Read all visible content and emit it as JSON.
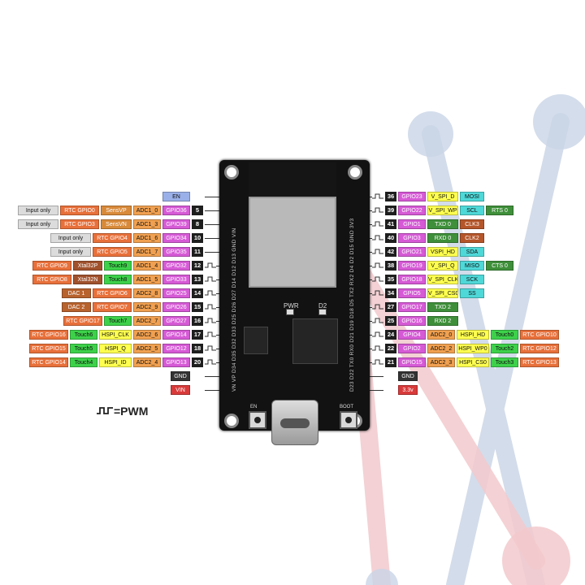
{
  "colors": {
    "input_only": "#dcdcdc",
    "rtc": "#e8703a",
    "analog_sense": "#d88a3a",
    "adc": "#f0a050",
    "gpio": "#d65ad6",
    "touch": "#3dd14a",
    "xtal": "#a0522d",
    "dac": "#b8622e",
    "hspi": "#ffff50",
    "vspi": "#ffff50",
    "uart": "#3f8f3a",
    "spi": "#4fd8d8",
    "en": "#9ab0e8",
    "gnd": "#333333",
    "power": "#d93a3a",
    "clk": "#b5562a"
  },
  "left_pins": [
    {
      "num": "",
      "labels": [
        {
          "t": "EN",
          "c": "en",
          "w": 34
        }
      ],
      "pwm": false
    },
    {
      "num": "5",
      "labels": [
        {
          "t": "Input only",
          "c": "input_only",
          "w": 50
        },
        {
          "t": "RTC GPIO0",
          "c": "rtc",
          "w": 48
        },
        {
          "t": "SensVP",
          "c": "analog_sense",
          "w": 38
        },
        {
          "t": "ADC1_0",
          "c": "adc",
          "w": 34
        },
        {
          "t": "GPIO36",
          "c": "gpio",
          "w": 34
        }
      ],
      "pwm": false
    },
    {
      "num": "8",
      "labels": [
        {
          "t": "Input only",
          "c": "input_only",
          "w": 50
        },
        {
          "t": "RTC GPIO3",
          "c": "rtc",
          "w": 48
        },
        {
          "t": "SensVN",
          "c": "analog_sense",
          "w": 38
        },
        {
          "t": "ADC1_3",
          "c": "adc",
          "w": 34
        },
        {
          "t": "GPIO39",
          "c": "gpio",
          "w": 34
        }
      ],
      "pwm": false
    },
    {
      "num": "10",
      "labels": [
        {
          "t": "Input only",
          "c": "input_only",
          "w": 50
        },
        {
          "t": "RTC GPIO4",
          "c": "rtc",
          "w": 48
        },
        {
          "t": "ADC1_6",
          "c": "adc",
          "w": 34
        },
        {
          "t": "GPIO34",
          "c": "gpio",
          "w": 34
        }
      ],
      "pwm": false
    },
    {
      "num": "11",
      "labels": [
        {
          "t": "Input only",
          "c": "input_only",
          "w": 50
        },
        {
          "t": "RTC GPIO5",
          "c": "rtc",
          "w": 48
        },
        {
          "t": "ADC1_7",
          "c": "adc",
          "w": 34
        },
        {
          "t": "GPIO35",
          "c": "gpio",
          "w": 34
        }
      ],
      "pwm": false
    },
    {
      "num": "12",
      "labels": [
        {
          "t": "RTC GPIO9",
          "c": "rtc",
          "w": 48
        },
        {
          "t": "Xtal32P",
          "c": "xtal",
          "w": 36
        },
        {
          "t": "Touch9",
          "c": "touch",
          "w": 34
        },
        {
          "t": "ADC1_4",
          "c": "adc",
          "w": 34
        },
        {
          "t": "GPIO32",
          "c": "gpio",
          "w": 34
        }
      ],
      "pwm": true
    },
    {
      "num": "13",
      "labels": [
        {
          "t": "RTC GPIO8",
          "c": "rtc",
          "w": 48
        },
        {
          "t": "Xtal32N",
          "c": "xtal",
          "w": 36
        },
        {
          "t": "Touch8",
          "c": "touch",
          "w": 34
        },
        {
          "t": "ADC1_5",
          "c": "adc",
          "w": 34
        },
        {
          "t": "GPIO33",
          "c": "gpio",
          "w": 34
        }
      ],
      "pwm": true
    },
    {
      "num": "14",
      "labels": [
        {
          "t": "DAC 1",
          "c": "dac",
          "w": 36
        },
        {
          "t": "RTC GPIO6",
          "c": "rtc",
          "w": 48
        },
        {
          "t": "ADC2_8",
          "c": "adc",
          "w": 34
        },
        {
          "t": "GPIO25",
          "c": "gpio",
          "w": 34
        }
      ],
      "pwm": true
    },
    {
      "num": "15",
      "labels": [
        {
          "t": "DAC 2",
          "c": "dac",
          "w": 36
        },
        {
          "t": "RTC GPIO7",
          "c": "rtc",
          "w": 48
        },
        {
          "t": "ADC2_9",
          "c": "adc",
          "w": 34
        },
        {
          "t": "GPIO26",
          "c": "gpio",
          "w": 34
        }
      ],
      "pwm": true
    },
    {
      "num": "16",
      "labels": [
        {
          "t": "RTC GPIO17",
          "c": "rtc",
          "w": 48
        },
        {
          "t": "Touch7",
          "c": "touch",
          "w": 34
        },
        {
          "t": "ADC2_7",
          "c": "adc",
          "w": 34
        },
        {
          "t": "GPIO27",
          "c": "gpio",
          "w": 34
        }
      ],
      "pwm": true
    },
    {
      "num": "17",
      "labels": [
        {
          "t": "RTC GPIO16",
          "c": "rtc",
          "w": 48
        },
        {
          "t": "Touch6",
          "c": "touch",
          "w": 34
        },
        {
          "t": "HSPI_CLK",
          "c": "hspi",
          "w": 40
        },
        {
          "t": "ADC2_6",
          "c": "adc",
          "w": 34
        },
        {
          "t": "GPIO14",
          "c": "gpio",
          "w": 34
        }
      ],
      "pwm": true
    },
    {
      "num": "18",
      "labels": [
        {
          "t": "RTC GPIO15",
          "c": "rtc",
          "w": 48
        },
        {
          "t": "Touch5",
          "c": "touch",
          "w": 34
        },
        {
          "t": "HSPI_Q",
          "c": "hspi",
          "w": 40
        },
        {
          "t": "ADC2_5",
          "c": "adc",
          "w": 34
        },
        {
          "t": "GPIO12",
          "c": "gpio",
          "w": 34
        }
      ],
      "pwm": true
    },
    {
      "num": "20",
      "labels": [
        {
          "t": "RTC GPIO14",
          "c": "rtc",
          "w": 48
        },
        {
          "t": "Touch4",
          "c": "touch",
          "w": 34
        },
        {
          "t": "HSPI_ID",
          "c": "hspi",
          "w": 40
        },
        {
          "t": "ADC2_4",
          "c": "adc",
          "w": 34
        },
        {
          "t": "GPIO13",
          "c": "gpio",
          "w": 34
        }
      ],
      "pwm": true
    },
    {
      "num": "",
      "labels": [
        {
          "t": "GND",
          "c": "gnd",
          "w": 24
        }
      ],
      "pwm": false
    },
    {
      "num": "",
      "labels": [
        {
          "t": "VIN",
          "c": "power",
          "w": 24
        }
      ],
      "pwm": false
    }
  ],
  "right_pins": [
    {
      "num": "36",
      "labels": [
        {
          "t": "GPIO23",
          "c": "gpio",
          "w": 34
        },
        {
          "t": "V_SPI_D",
          "c": "vspi",
          "w": 38
        },
        {
          "t": "MOSI",
          "c": "spi",
          "w": 30
        }
      ],
      "pwm": true
    },
    {
      "num": "39",
      "labels": [
        {
          "t": "GPIO22",
          "c": "gpio",
          "w": 34
        },
        {
          "t": "V_SPI_WP",
          "c": "vspi",
          "w": 38
        },
        {
          "t": "SCL",
          "c": "spi",
          "w": 30
        },
        {
          "t": "RTS 0",
          "c": "uart",
          "w": 34
        }
      ],
      "pwm": true
    },
    {
      "num": "41",
      "labels": [
        {
          "t": "GPIO1",
          "c": "gpio",
          "w": 34
        },
        {
          "t": "TXD 0",
          "c": "uart",
          "w": 38
        },
        {
          "t": "CLK3",
          "c": "clk",
          "w": 30
        }
      ],
      "pwm": true
    },
    {
      "num": "40",
      "labels": [
        {
          "t": "GPIO3",
          "c": "gpio",
          "w": 34
        },
        {
          "t": "RXD 0",
          "c": "uart",
          "w": 38
        },
        {
          "t": "CLK2",
          "c": "clk",
          "w": 30
        }
      ],
      "pwm": true
    },
    {
      "num": "42",
      "labels": [
        {
          "t": "GPIO21",
          "c": "gpio",
          "w": 34
        },
        {
          "t": "VSPI_HD",
          "c": "vspi",
          "w": 38
        },
        {
          "t": "SDA",
          "c": "spi",
          "w": 30
        }
      ],
      "pwm": true
    },
    {
      "num": "38",
      "labels": [
        {
          "t": "GPIO19",
          "c": "gpio",
          "w": 34
        },
        {
          "t": "V_SPI_Q",
          "c": "vspi",
          "w": 38
        },
        {
          "t": "MISO",
          "c": "spi",
          "w": 30
        },
        {
          "t": "CTS 0",
          "c": "uart",
          "w": 34
        }
      ],
      "pwm": true
    },
    {
      "num": "35",
      "labels": [
        {
          "t": "GPIO18",
          "c": "gpio",
          "w": 34
        },
        {
          "t": "V_SPI_CLK",
          "c": "vspi",
          "w": 38
        },
        {
          "t": "SCK",
          "c": "spi",
          "w": 30
        }
      ],
      "pwm": true
    },
    {
      "num": "34",
      "labels": [
        {
          "t": "GPIO5",
          "c": "gpio",
          "w": 34
        },
        {
          "t": "V_SPI_CS0",
          "c": "vspi",
          "w": 38
        },
        {
          "t": "SS",
          "c": "spi",
          "w": 30
        }
      ],
      "pwm": true
    },
    {
      "num": "27",
      "labels": [
        {
          "t": "GPIO17",
          "c": "gpio",
          "w": 34
        },
        {
          "t": "TXD 2",
          "c": "uart",
          "w": 38
        }
      ],
      "pwm": true
    },
    {
      "num": "25",
      "labels": [
        {
          "t": "GPIO16",
          "c": "gpio",
          "w": 34
        },
        {
          "t": "RXD 2",
          "c": "uart",
          "w": 38
        }
      ],
      "pwm": true
    },
    {
      "num": "24",
      "labels": [
        {
          "t": "GPIO4",
          "c": "gpio",
          "w": 34
        },
        {
          "t": "ADC2_0",
          "c": "adc",
          "w": 34
        },
        {
          "t": "HSPI_HD",
          "c": "hspi",
          "w": 40
        },
        {
          "t": "Touch0",
          "c": "touch",
          "w": 34
        },
        {
          "t": "RTC GPIO10",
          "c": "rtc",
          "w": 48
        }
      ],
      "pwm": true
    },
    {
      "num": "22",
      "labels": [
        {
          "t": "GPIO2",
          "c": "gpio",
          "w": 34
        },
        {
          "t": "ADC2_2",
          "c": "adc",
          "w": 34
        },
        {
          "t": "HSPI_WP0",
          "c": "hspi",
          "w": 40
        },
        {
          "t": "Touch2",
          "c": "touch",
          "w": 34
        },
        {
          "t": "RTC GPIO12",
          "c": "rtc",
          "w": 48
        }
      ],
      "pwm": true
    },
    {
      "num": "21",
      "labels": [
        {
          "t": "GPIO15",
          "c": "gpio",
          "w": 34
        },
        {
          "t": "ADC2_3",
          "c": "adc",
          "w": 34
        },
        {
          "t": "HSPI_CS0",
          "c": "hspi",
          "w": 40
        },
        {
          "t": "Touch3",
          "c": "touch",
          "w": 34
        },
        {
          "t": "RTC GPIO13",
          "c": "rtc",
          "w": 48
        }
      ],
      "pwm": true
    },
    {
      "num": "",
      "labels": [
        {
          "t": "GND",
          "c": "gnd",
          "w": 24
        }
      ],
      "pwm": false
    },
    {
      "num": "",
      "labels": [
        {
          "t": "3.3v",
          "c": "power",
          "w": 24
        }
      ],
      "pwm": false
    }
  ],
  "board": {
    "pwr_label": "PWR",
    "d2_label": "D2",
    "en_label": "EN",
    "boot_label": "BOOT",
    "left_silk": "VN VP D34 D35 D32 D33 D25 D26 D27 D14 D12 D13 GND VIN",
    "right_silk": "D23 D22 TX0 RX0 D21 D19 D18 D5 TX2 RX2 D4 D2 D15 GND 3V3"
  },
  "legend": {
    "text": "=PWM"
  }
}
